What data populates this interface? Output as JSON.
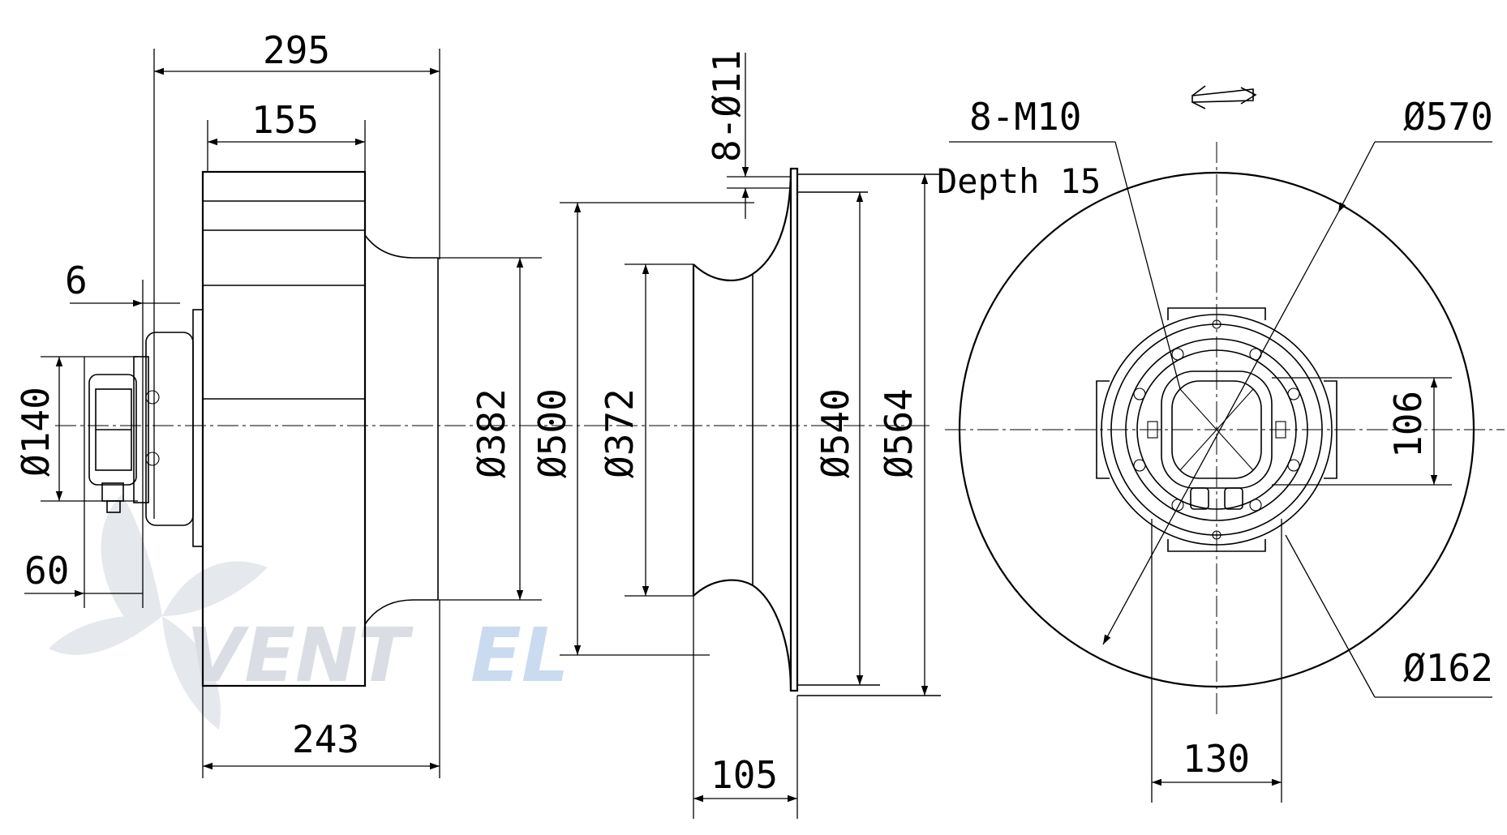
{
  "watermark": {
    "text_a": "VENT",
    "text_b": "EL",
    "color_a": "#d6dbe2",
    "color_b": "#c5d8ee"
  },
  "dimensions": {
    "width_overall": "295",
    "width_rotor": "155",
    "flange_offset": "6",
    "motor_diameter": "Ø140",
    "motor_offset": "60",
    "impeller_width": "243",
    "outlet_diameter": "Ø382",
    "impeller_outer": "Ø500",
    "inlet_diameter": "Ø372",
    "ring_inner": "Ø540",
    "ring_outer": "Ø564",
    "nozzle_depth": "105",
    "mounting_holes": "8-Ø11",
    "thread_holes": "8-M10",
    "thread_depth": "Depth 15",
    "outer_circle": "Ø570",
    "hub_circle": "Ø162",
    "box_height": "106",
    "box_width": "130"
  },
  "rotation_arrow_icon": "rotation-direction-arrow"
}
